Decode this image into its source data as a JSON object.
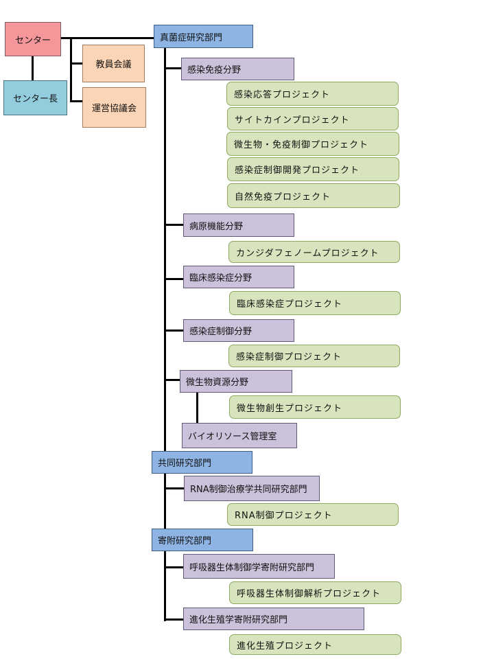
{
  "center": "センター",
  "center_head": "センター長",
  "faculty_meeting": "教員会議",
  "steering_council": "運営協議会",
  "departments": [
    {
      "name": "真菌症研究部門",
      "divisions": [
        {
          "name": "感染免疫分野",
          "projects": [
            "感染応答プロジェクト",
            "サイトカインプロジェクト",
            "微生物・免疫制御プロジェクト",
            "感染症制御開発プロジェクト",
            "自然免疫プロジェクト"
          ]
        },
        {
          "name": "病原機能分野",
          "projects": [
            "カンジダフェノームプロジェクト"
          ]
        },
        {
          "name": "臨床感染症分野",
          "projects": [
            "臨床感染症プロジェクト"
          ]
        },
        {
          "name": "感染症制御分野",
          "projects": [
            "感染症制御プロジェクト"
          ]
        },
        {
          "name": "微生物資源分野",
          "projects": [
            "微生物創生プロジェクト"
          ],
          "facility": "バイオリソース管理室"
        }
      ]
    },
    {
      "name": "共同研究部門",
      "divisions": [
        {
          "name": "RNA制御治療学共同研究部門",
          "projects": [
            "RNA制御プロジェクト"
          ]
        }
      ]
    },
    {
      "name": "寄附研究部門",
      "divisions": [
        {
          "name": "呼吸器生体制御学寄附研究部門",
          "projects": [
            "呼吸器生体制御解析プロジェクト"
          ]
        },
        {
          "name": "進化生殖学寄附研究部門",
          "projects": [
            "進化生殖プロジェクト"
          ]
        }
      ]
    }
  ]
}
